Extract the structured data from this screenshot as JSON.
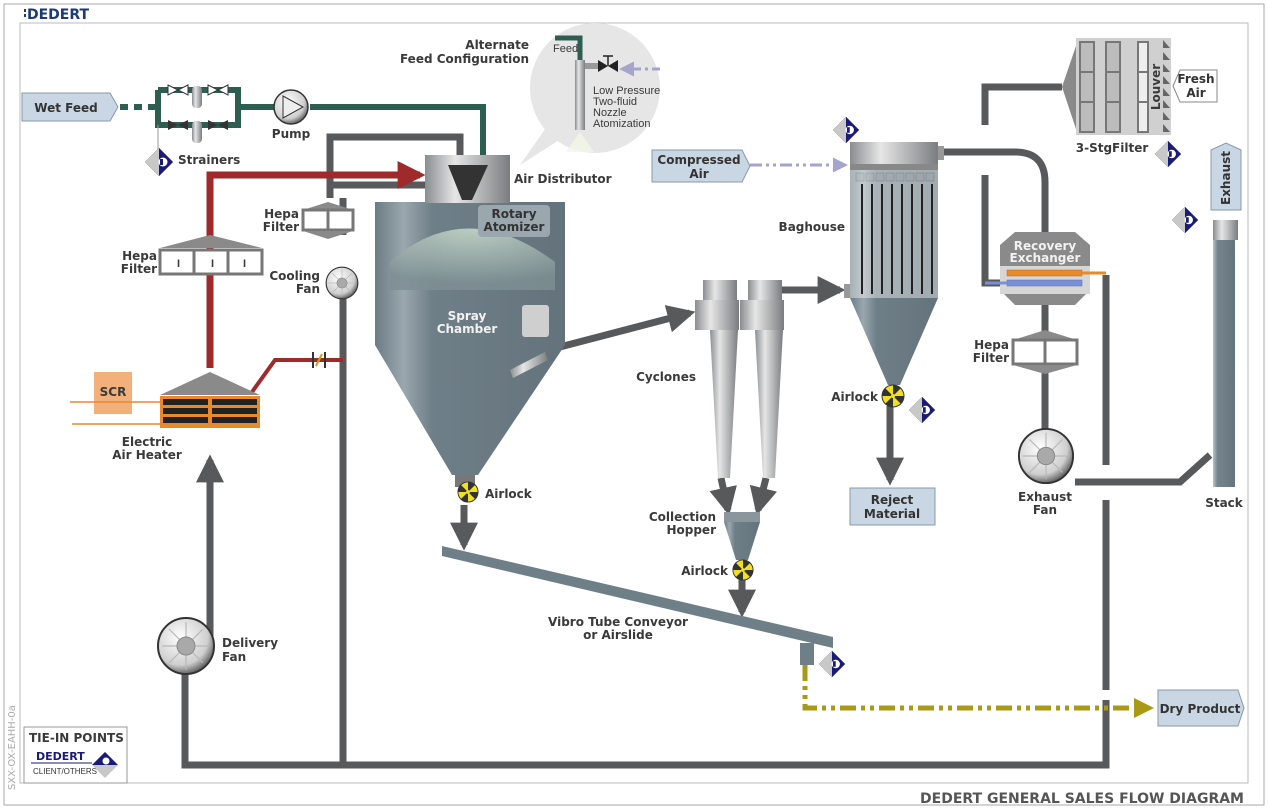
{
  "header": {
    "logo": "DEDERT"
  },
  "footer": {
    "title": "DEDERT GENERAL SALES FLOW DIAGRAM",
    "drawing_id": "SXX-OX-EAHH-0a"
  },
  "legend": {
    "title": "TIE-IN POINTS",
    "dedert": "DEDERT",
    "client": "CLIENT/OTHERS"
  },
  "inputs": {
    "wet_feed": "Wet Feed",
    "compressed_air": [
      "Compressed",
      "Air"
    ],
    "fresh_air": [
      "Fresh",
      "Air"
    ],
    "exhaust": "Exhaust",
    "dry_product": "Dry Product",
    "reject_material": [
      "Reject",
      "Material"
    ]
  },
  "callout": {
    "title": [
      "Alternate",
      "Feed Configuration"
    ],
    "feed": "Feed",
    "desc": [
      "Low Pressure",
      "Two-fluid",
      "Nozzle",
      "Atomization"
    ]
  },
  "equipment": {
    "strainers": "Strainers",
    "pump": "Pump",
    "air_distributor": "Air Distributor",
    "rotary_atomizer": [
      "Rotary",
      "Atomizer"
    ],
    "spray_chamber": [
      "Spray",
      "Chamber"
    ],
    "hepa_filter": [
      "Hepa",
      "Filter"
    ],
    "cooling_fan": [
      "Cooling",
      "Fan"
    ],
    "scr": "SCR",
    "electric_air_heater": [
      "Electric",
      "Air Heater"
    ],
    "delivery_fan": [
      "Delivery",
      "Fan"
    ],
    "airlock": "Airlock",
    "cyclones": "Cyclones",
    "collection_hopper": [
      "Collection",
      "Hopper"
    ],
    "conveyor": [
      "Vibro Tube Conveyor",
      "or Airslide"
    ],
    "baghouse": "Baghouse",
    "recovery_exchanger": [
      "Recovery",
      "Exchanger"
    ],
    "exhaust_fan": [
      "Exhaust",
      "Fan"
    ],
    "stack": "Stack",
    "three_stage_filter": "3-StgFilter",
    "louver": "Louver"
  },
  "colors": {
    "feed_line": "#2d5e4f",
    "hot_air": "#9e2a2b",
    "process_gas": "#58595b",
    "dry_product_line": "#a89a12",
    "compressed_air_line": "#a6a3cc",
    "dedert_blue": "#1a1a7a",
    "vessel": "#6f7f88",
    "box_fill": "#c9d6e3"
  }
}
